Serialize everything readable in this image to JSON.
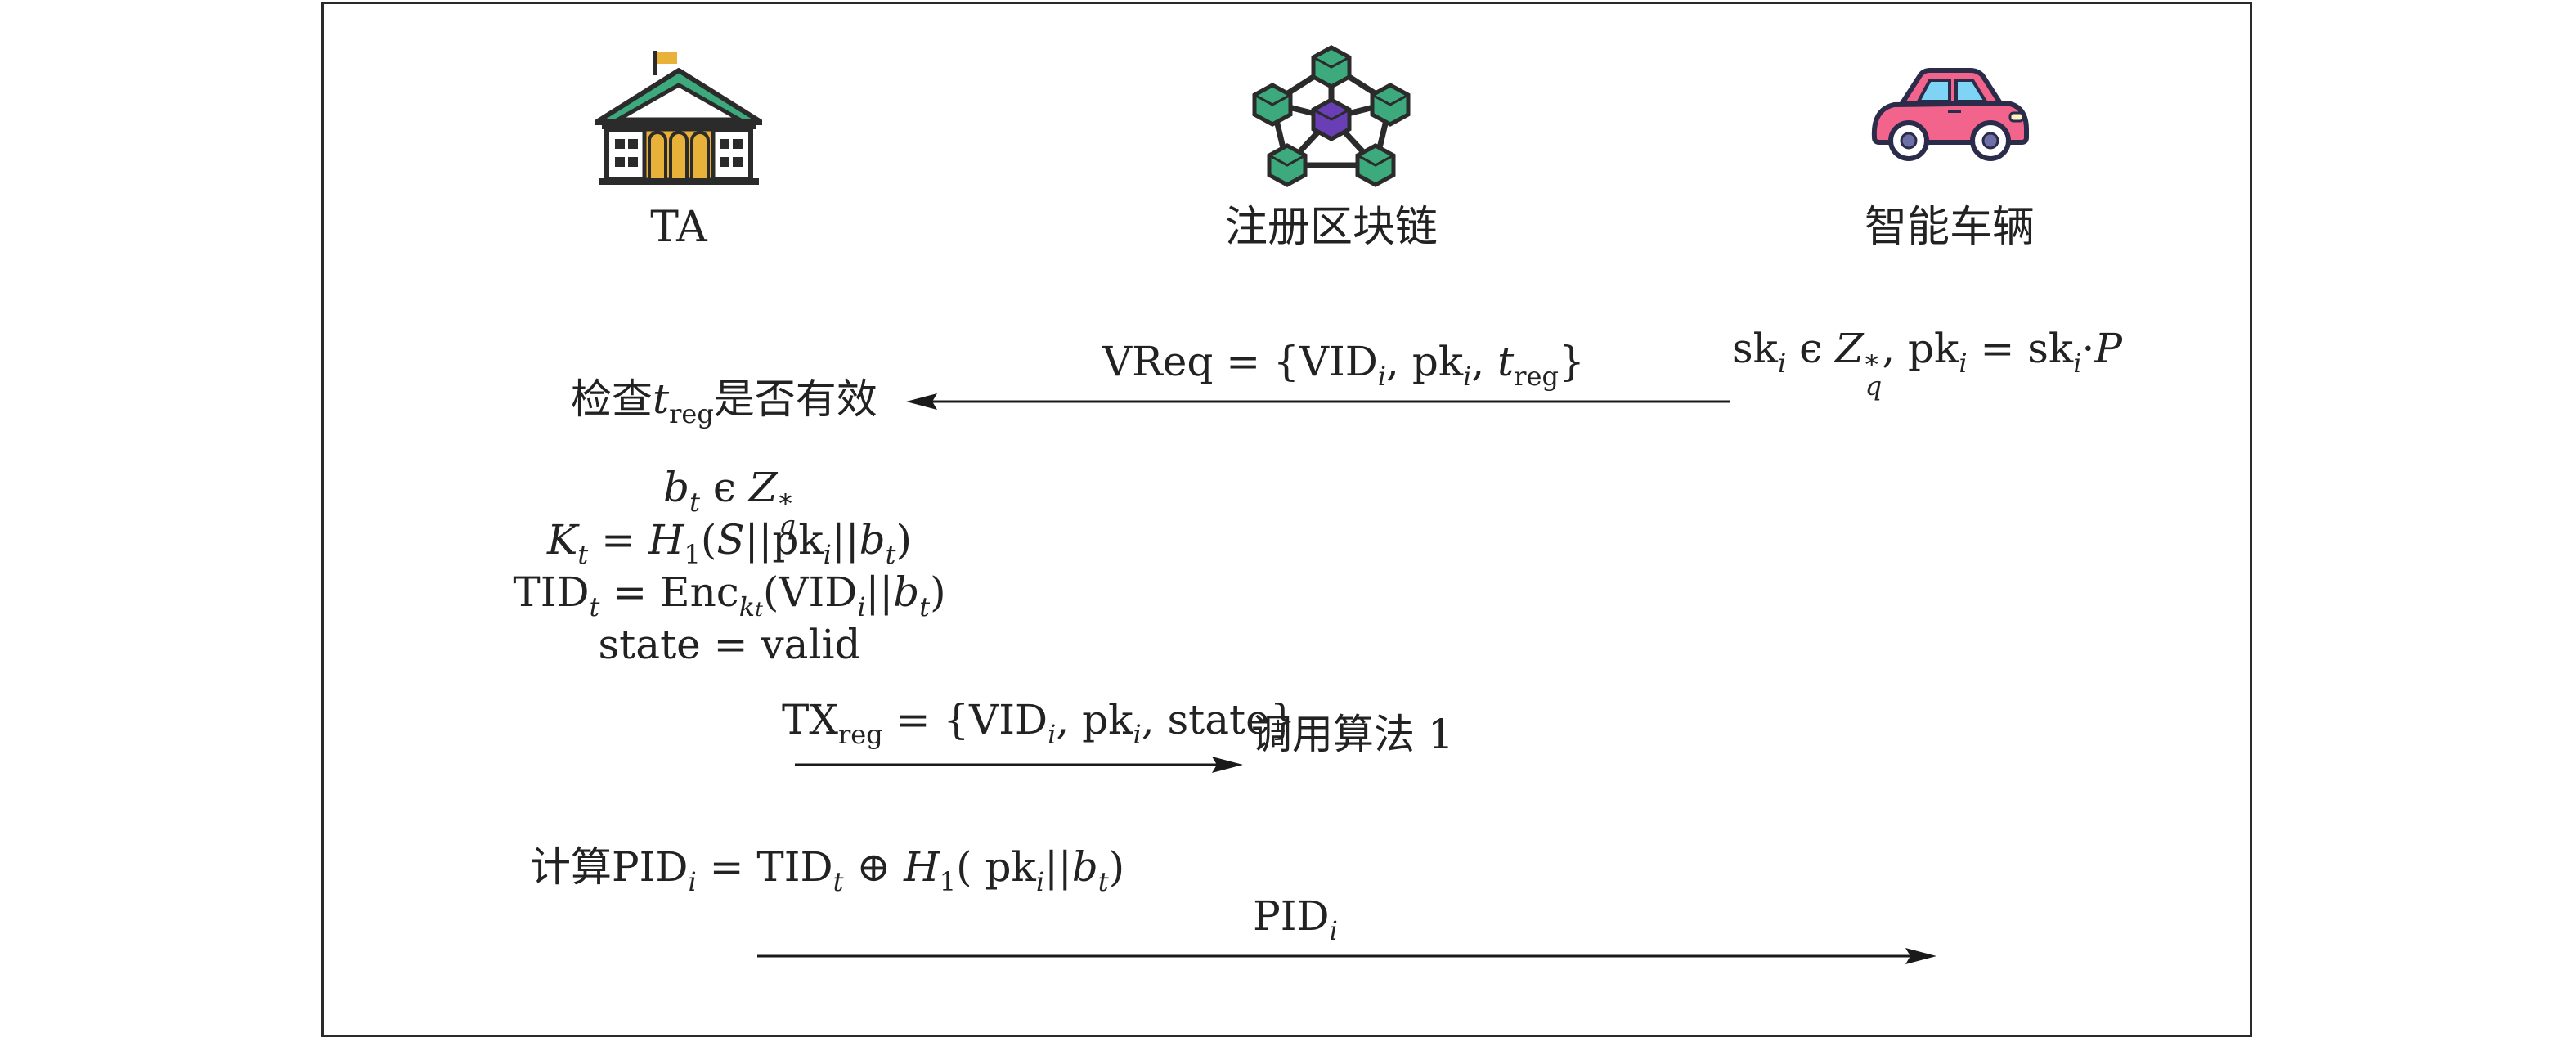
{
  "actors": {
    "ta": {
      "label": "TA",
      "icon": "government-building-icon"
    },
    "chain": {
      "label": "注册区块链",
      "icon": "blockchain-network-icon"
    },
    "vehicle": {
      "label": "智能车辆",
      "icon": "car-icon"
    }
  },
  "vehicle_keygen": {
    "sk": "sk",
    "i": "i",
    "in": " ϵ ",
    "Z": "Z",
    "star": "*",
    "q": "q",
    "comma": ", ",
    "pk": "pk",
    "eq": " = ",
    "sk2": "sk",
    "dot": "·",
    "P": "P"
  },
  "msg_vreq": {
    "head": "VReq = {VID",
    "i1": "i",
    "mid1": ", pk",
    "i2": "i",
    "mid2": ", ",
    "t": "t",
    "reg": "reg",
    "end": "}"
  },
  "check": {
    "pre": "检查",
    "t": "t",
    "reg": "reg",
    "post": "是否有效"
  },
  "ta_compute": {
    "line1": {
      "b": "b",
      "t": "t",
      "in": " ϵ ",
      "Z": "Z",
      "star": "*",
      "q": "q"
    },
    "line2": {
      "K": "K",
      "t": "t",
      "eq": " = ",
      "H": "H",
      "one": "1",
      "open": "(",
      "S": "S",
      "bar1": "||pk",
      "i": "i",
      "bar2": "||",
      "b": "b",
      "t2": "t",
      "close": ")"
    },
    "line3": {
      "head": "TID",
      "t": "t",
      "eq": " = Enc",
      "k": "k",
      "kt": "t",
      "open": "(VID",
      "i": "i",
      "bar": "||",
      "b": "b",
      "t2": "t",
      "close": ")"
    },
    "line4": "state = valid"
  },
  "msg_tx": {
    "head": "TX",
    "reg": "reg",
    "body": " = {VID",
    "i1": "i",
    "mid": ", pk",
    "i2": "i",
    "end": ", state}"
  },
  "call_algo": "调用算法 1",
  "pid_compute": {
    "pre": "计算PID",
    "i": "i",
    "eq": " = TID",
    "t": "t",
    "xor": " ⊕ ",
    "H": "H",
    "one": "1",
    "open": "( pk",
    "i2": "i",
    "bar": "||",
    "b": "b",
    "t2": "t",
    "close": ")"
  },
  "msg_pid": {
    "head": "PID",
    "i": "i"
  },
  "colors": {
    "line": "#1a1a1a",
    "green": "#3daa7d",
    "green_dark": "#2d8a63",
    "purple": "#6a3fb5",
    "gold": "#e8b13a",
    "car_body": "#f2648c",
    "car_window": "#7fd4f5",
    "dark": "#2b2b4a"
  }
}
